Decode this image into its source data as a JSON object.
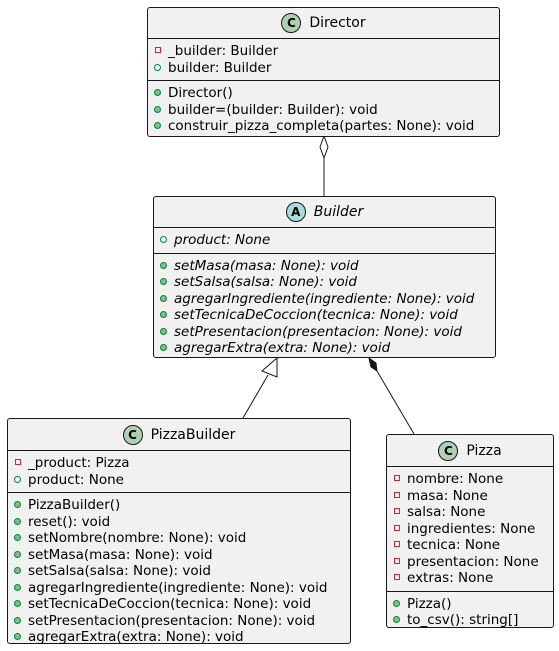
{
  "classes": {
    "director": {
      "badge": "C",
      "name": "Director",
      "attributes": [
        {
          "vis": "private",
          "text": "_builder: Builder"
        },
        {
          "vis": "public",
          "text": "builder: Builder"
        }
      ],
      "methods": [
        {
          "vis": "public",
          "text": "Director()"
        },
        {
          "vis": "public",
          "text": "builder=(builder: Builder): void"
        },
        {
          "vis": "public",
          "text": "construir_pizza_completa(partes: None): void"
        }
      ]
    },
    "builder": {
      "badge": "A",
      "name": "Builder",
      "abstract": true,
      "attributes": [
        {
          "vis": "public",
          "text": "product: None"
        }
      ],
      "methods": [
        {
          "vis": "public",
          "text": "setMasa(masa: None): void"
        },
        {
          "vis": "public",
          "text": "setSalsa(salsa: None): void"
        },
        {
          "vis": "public",
          "text": "agregarIngrediente(ingrediente: None): void"
        },
        {
          "vis": "public",
          "text": "setTecnicaDeCoccion(tecnica: None): void"
        },
        {
          "vis": "public",
          "text": "setPresentacion(presentacion: None): void"
        },
        {
          "vis": "public",
          "text": "agregarExtra(extra: None): void"
        }
      ]
    },
    "pizzabuilder": {
      "badge": "C",
      "name": "PizzaBuilder",
      "attributes": [
        {
          "vis": "private",
          "text": "_product: Pizza"
        },
        {
          "vis": "public",
          "text": "product: None"
        }
      ],
      "methods": [
        {
          "vis": "public",
          "text": "PizzaBuilder()"
        },
        {
          "vis": "public",
          "text": "reset(): void"
        },
        {
          "vis": "public",
          "text": "setNombre(nombre: None): void"
        },
        {
          "vis": "public",
          "text": "setMasa(masa: None): void"
        },
        {
          "vis": "public",
          "text": "setSalsa(salsa: None): void"
        },
        {
          "vis": "public",
          "text": "agregarIngrediente(ingrediente: None): void"
        },
        {
          "vis": "public",
          "text": "setTecnicaDeCoccion(tecnica: None): void"
        },
        {
          "vis": "public",
          "text": "setPresentacion(presentacion: None): void"
        },
        {
          "vis": "public",
          "text": "agregarExtra(extra: None): void"
        }
      ]
    },
    "pizza": {
      "badge": "C",
      "name": "Pizza",
      "attributes": [
        {
          "vis": "private",
          "text": "nombre: None"
        },
        {
          "vis": "private",
          "text": "masa: None"
        },
        {
          "vis": "private",
          "text": "salsa: None"
        },
        {
          "vis": "private",
          "text": "ingredientes: None"
        },
        {
          "vis": "private",
          "text": "tecnica: None"
        },
        {
          "vis": "private",
          "text": "presentacion: None"
        },
        {
          "vis": "private",
          "text": "extras: None"
        }
      ],
      "methods": [
        {
          "vis": "public",
          "text": "Pizza()"
        },
        {
          "vis": "public",
          "text": "to_csv(): string[]"
        }
      ]
    }
  },
  "relations": [
    {
      "from": "director",
      "to": "builder",
      "kind": "aggregation"
    },
    {
      "from": "pizzabuilder",
      "to": "builder",
      "kind": "inheritance"
    },
    {
      "from": "builder",
      "to": "pizza",
      "kind": "composition"
    }
  ],
  "colors": {
    "class_fill": "#f1f1f1",
    "border": "#181818",
    "class_badge": "#add1b2",
    "abstract_badge": "#a9dcdf",
    "private_marker": "#c82930",
    "public_marker": "#038048"
  }
}
